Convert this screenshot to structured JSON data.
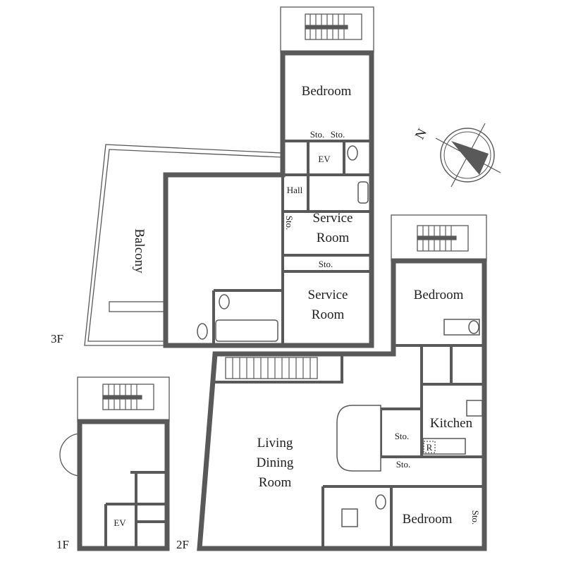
{
  "floors": {
    "f1": "1F",
    "f2": "2F",
    "f3": "3F"
  },
  "compass": {
    "north": "N"
  },
  "rooms3f": {
    "bedroom": "Bedroom",
    "sto1": "Sto.",
    "sto2": "Sto.",
    "ev": "EV",
    "hall": "Hall",
    "sto_v": "Sto.",
    "service1_a": "Service",
    "service1_b": "Room",
    "sto3": "Sto.",
    "service2_a": "Service",
    "service2_b": "Room",
    "balcony": "Balcony"
  },
  "rooms2f": {
    "bedroom1": "Bedroom",
    "kitchen": "Kitchen",
    "sto1": "Sto.",
    "fridge": "R",
    "sto2": "Sto.",
    "living_a": "Living",
    "living_b": "Dining",
    "living_c": "Room",
    "bedroom2": "Bedroom",
    "sto3": "Sto."
  },
  "rooms1f": {
    "ev": "EV"
  }
}
